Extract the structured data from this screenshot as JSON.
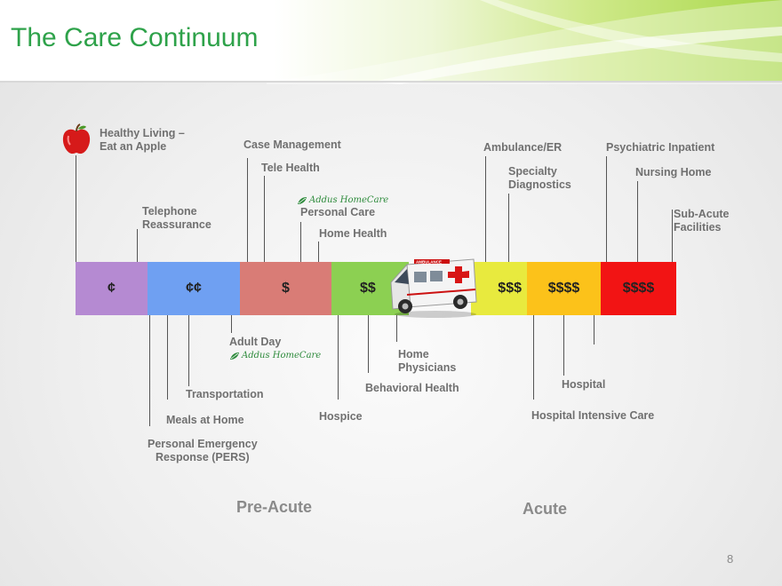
{
  "title": "The Care Continuum",
  "segments": [
    {
      "label": "¢",
      "color": "#b58ad2"
    },
    {
      "label": "¢¢",
      "color": "#6fa0f2"
    },
    {
      "label": "$",
      "color": "#d97c76"
    },
    {
      "label": "$$",
      "color": "#8cd052"
    },
    {
      "label": "$$$",
      "color": "#e8ea3e"
    },
    {
      "label": "$$$$",
      "color": "#fcc21a"
    },
    {
      "label": "$$$$",
      "color": "#f21414"
    }
  ],
  "above": {
    "healthy_living": "Healthy Living –\nEat an Apple",
    "telephone": "Telephone\nReassurance",
    "case_management": "Case Management",
    "tele_health": "Tele Health",
    "personal_care": "Personal Care",
    "home_health": "Home Health",
    "ambulance": "Ambulance/ER",
    "specialty": "Specialty\nDiagnostics",
    "psychiatric": "Psychiatric Inpatient",
    "nursing_home": "Nursing Home",
    "subacute": "Sub-Acute\nFacilities"
  },
  "below": {
    "adult_day": "Adult Day",
    "transportation": "Transportation",
    "meals": "Meals at Home",
    "pers": "Personal Emergency\nResponse (PERS)",
    "hospice": "Hospice",
    "home_physicians": "Home\nPhysicians",
    "behavioral": "Behavioral Health",
    "hospital": "Hospital",
    "hospital_icu": "Hospital Intensive Care"
  },
  "logo_text": "Addus HomeCare",
  "ambulance_text": "AMBULANCE",
  "phases": {
    "pre_acute": "Pre-Acute",
    "acute": "Acute"
  },
  "page_number": "8"
}
